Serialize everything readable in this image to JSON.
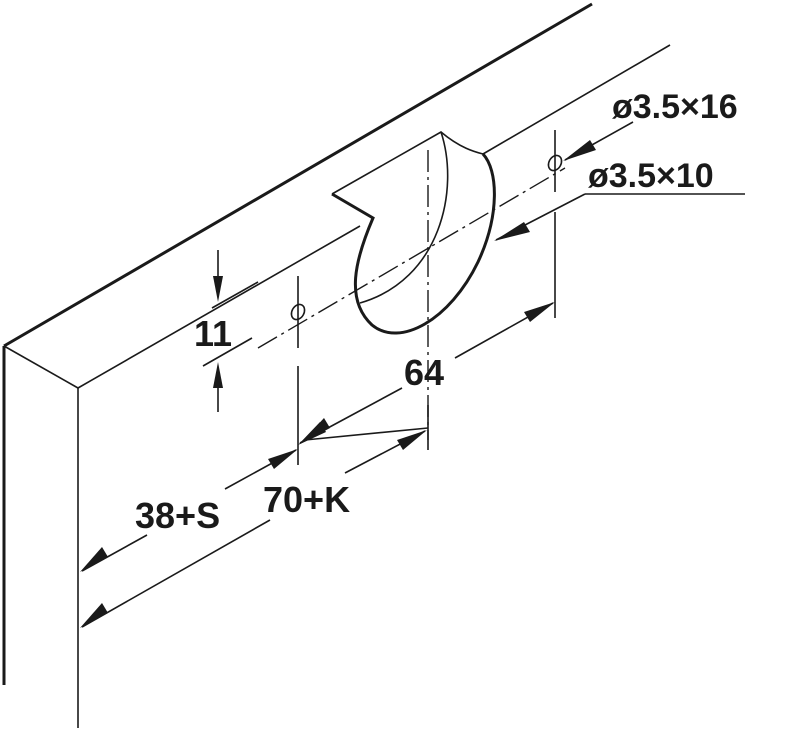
{
  "diagram": {
    "type": "technical-drawing",
    "subject": "Drilling dimensions for recessed cup on panel edge",
    "colors": {
      "line": "#1a1a1a",
      "background": "#ffffff"
    },
    "dimensions": {
      "screw_long": "ø3.5×16",
      "screw_short": "ø3.5×10",
      "vertical_offset": "11",
      "hole_spacing": "64",
      "edge_offset_s": "38+S",
      "edge_offset_k": "70+K"
    }
  }
}
